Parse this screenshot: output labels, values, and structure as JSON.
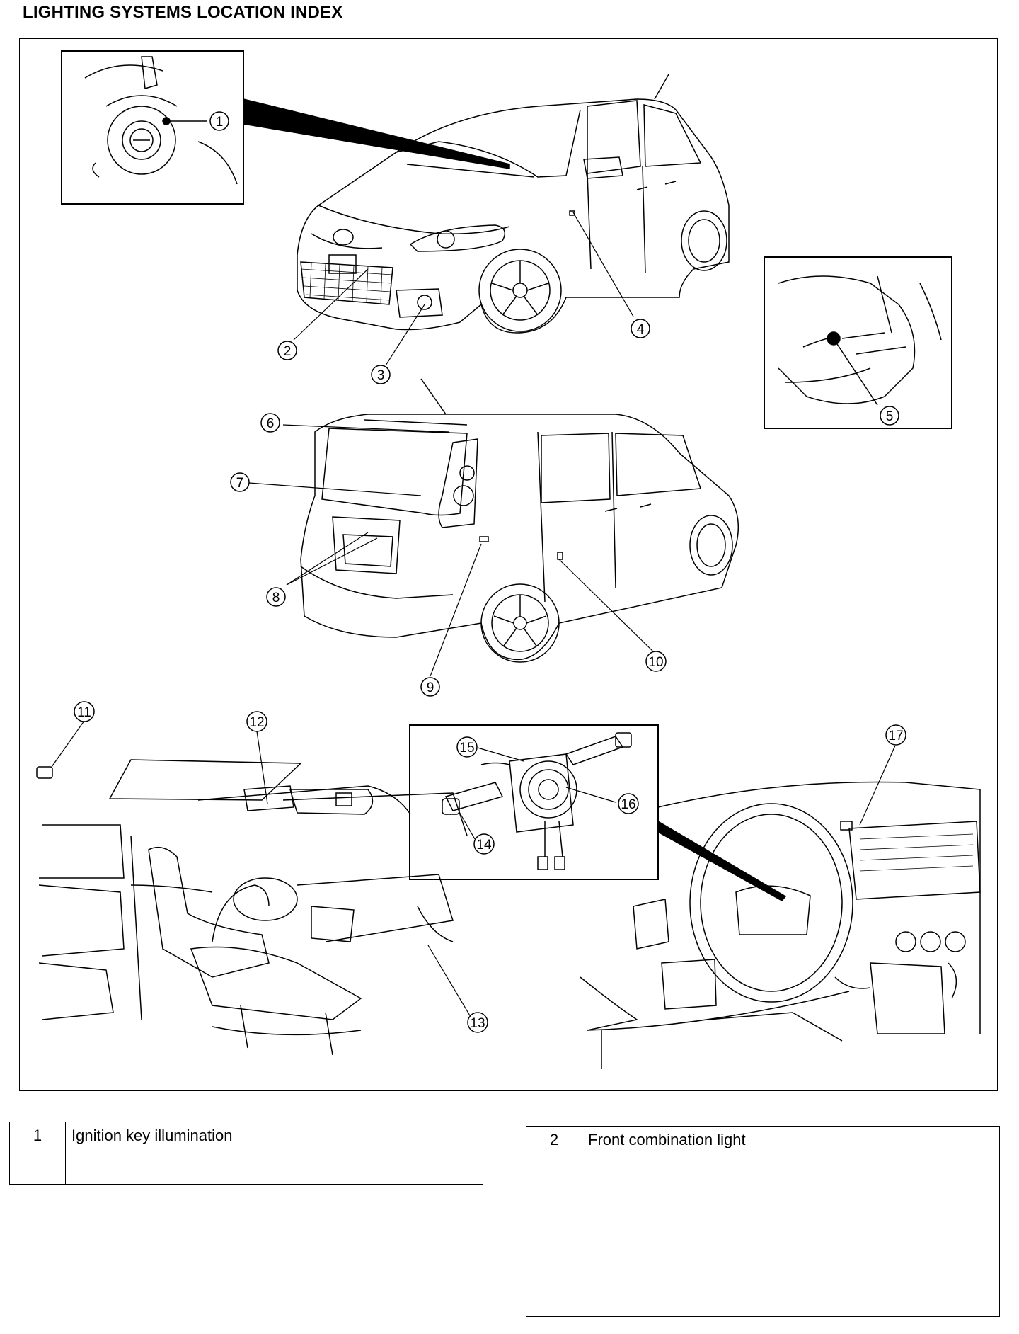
{
  "page": {
    "title": "LIGHTING SYSTEMS LOCATION INDEX"
  },
  "callouts": [
    "1",
    "2",
    "3",
    "4",
    "5",
    "6",
    "7",
    "8",
    "9",
    "10",
    "11",
    "12",
    "13",
    "14",
    "15",
    "16",
    "17"
  ],
  "legend": [
    {
      "num": "1",
      "label": "Ignition key illumination"
    },
    {
      "num": "2",
      "label": "Front combination light"
    }
  ]
}
